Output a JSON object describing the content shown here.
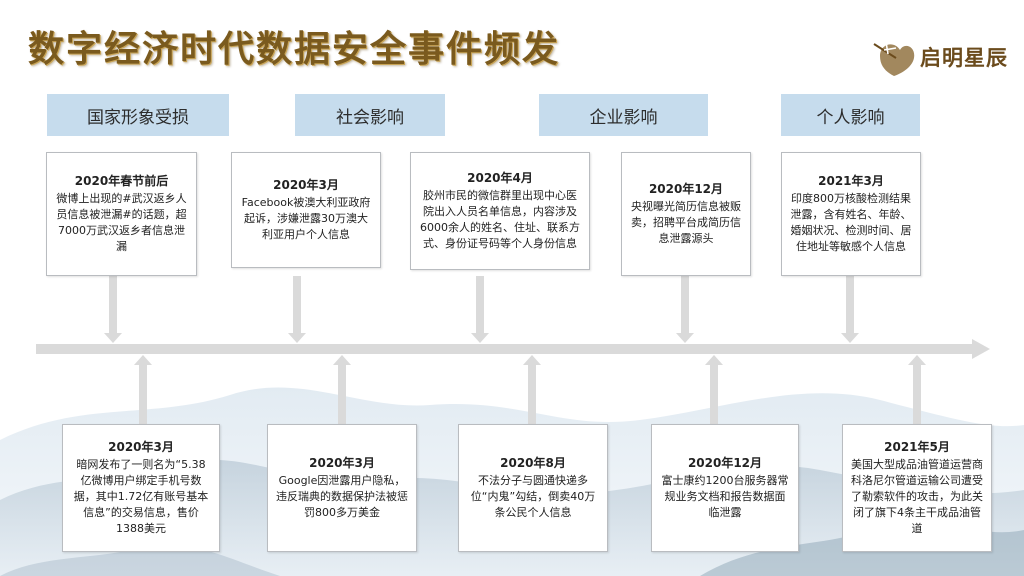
{
  "title": "数字经济时代数据安全事件频发",
  "logo": {
    "name": "启明星辰",
    "icon": "qiming-logo-icon"
  },
  "colors": {
    "category_bg": "#c6dced",
    "title_brown": "#7a5a1e",
    "axis": "#dadada"
  },
  "categories": [
    {
      "label": "国家形象受损"
    },
    {
      "label": "社会影响"
    },
    {
      "label": "企业影响"
    },
    {
      "label": "个人影响"
    }
  ],
  "top_events": [
    {
      "date": "2020年春节前后",
      "text": "微博上出现的#武汉返乡人员信息被泄漏#的话题，超7000万武汉返乡者信息泄漏"
    },
    {
      "date": "2020年3月",
      "text": "Facebook被澳大利亚政府起诉，涉嫌泄露30万澳大利亚用户个人信息"
    },
    {
      "date": "2020年4月",
      "text": "胶州市民的微信群里出现中心医院出入人员名单信息，内容涉及6000余人的姓名、住址、联系方式、身份证号码等个人身份信息"
    },
    {
      "date": "2020年12月",
      "text": "央视曝光简历信息被贩卖，招聘平台成简历信息泄露源头"
    },
    {
      "date": "2021年3月",
      "text": "印度800万核酸检测结果泄露，含有姓名、年龄、婚姻状况、检测时间、居住地址等敏感个人信息"
    }
  ],
  "bottom_events": [
    {
      "date": "2020年3月",
      "text": "暗网发布了一则名为“5.38亿微博用户绑定手机号数据，其中1.72亿有账号基本信息”的交易信息，售价1388美元"
    },
    {
      "date": "2020年3月",
      "text": "Google因泄露用户隐私，违反瑞典的数据保护法被惩罚800多万美金"
    },
    {
      "date": "2020年8月",
      "text": "不法分子与圆通快递多位“内鬼”勾结，倒卖40万条公民个人信息"
    },
    {
      "date": "2020年12月",
      "text": "富士康约1200台服务器常规业务文档和报告数据面临泄露"
    },
    {
      "date": "2021年5月",
      "text": "美国大型成品油管道运营商科洛尼尔管道运输公司遭受了勒索软件的攻击，为此关闭了旗下4条主干成品油管道"
    }
  ]
}
